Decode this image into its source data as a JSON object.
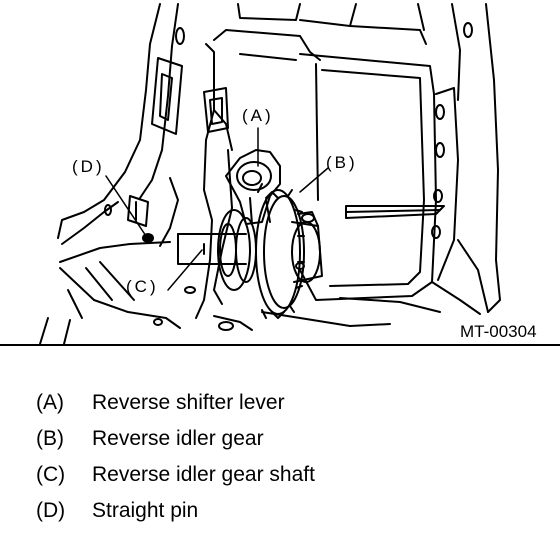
{
  "figure": {
    "id": "MT-00304",
    "callouts": {
      "A": "(A)",
      "B": "(B)",
      "C": "(C)",
      "D": "(D)"
    }
  },
  "legend": [
    {
      "key": "(A)",
      "text": "Reverse shifter lever"
    },
    {
      "key": "(B)",
      "text": "Reverse idler gear"
    },
    {
      "key": "(C)",
      "text": "Reverse idler gear shaft"
    },
    {
      "key": "(D)",
      "text": "Straight pin"
    }
  ]
}
